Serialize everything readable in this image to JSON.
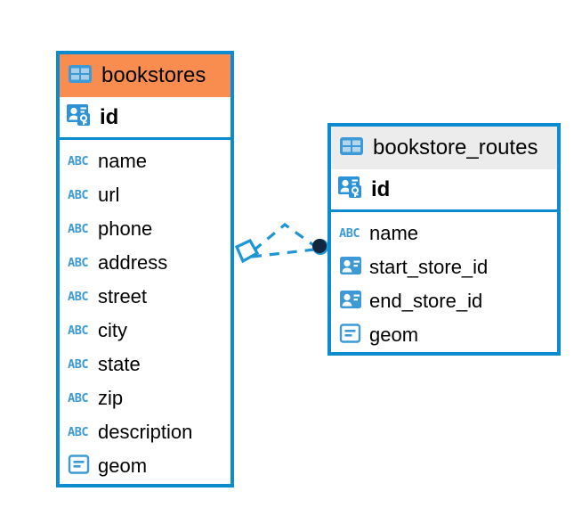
{
  "diagram": {
    "type": "entity-relationship-diagram",
    "background_color": "#ffffff",
    "accent_color": "#0d8bd1",
    "selected_header_color": "#f98d4f",
    "unselected_header_color": "#ececec"
  },
  "entities": [
    {
      "name": "bookstores",
      "selected": true,
      "header_icon": "table-icon",
      "primary_key": {
        "name": "id",
        "icon": "primary-key-icon"
      },
      "fields": [
        {
          "name": "name",
          "icon": "abc-text-type-icon"
        },
        {
          "name": "url",
          "icon": "abc-text-type-icon"
        },
        {
          "name": "phone",
          "icon": "abc-text-type-icon"
        },
        {
          "name": "address",
          "icon": "abc-text-type-icon"
        },
        {
          "name": "street",
          "icon": "abc-text-type-icon"
        },
        {
          "name": "city",
          "icon": "abc-text-type-icon"
        },
        {
          "name": "state",
          "icon": "abc-text-type-icon"
        },
        {
          "name": "zip",
          "icon": "abc-text-type-icon"
        },
        {
          "name": "description",
          "icon": "abc-text-type-icon"
        },
        {
          "name": "geom",
          "icon": "geometry-type-icon"
        }
      ]
    },
    {
      "name": "bookstore_routes",
      "selected": false,
      "header_icon": "table-icon",
      "primary_key": {
        "name": "id",
        "icon": "primary-key-icon"
      },
      "fields": [
        {
          "name": "name",
          "icon": "abc-text-type-icon"
        },
        {
          "name": "start_store_id",
          "icon": "foreign-key-icon"
        },
        {
          "name": "end_store_id",
          "icon": "foreign-key-icon"
        },
        {
          "name": "geom",
          "icon": "geometry-type-icon"
        }
      ]
    }
  ],
  "relationship": {
    "style": "dashed",
    "color": "#1e95d4",
    "source_endpoint": "diamond-endpoint",
    "target_endpoint": "filled-circle-endpoint",
    "target_endpoint_color": "#12263f"
  }
}
